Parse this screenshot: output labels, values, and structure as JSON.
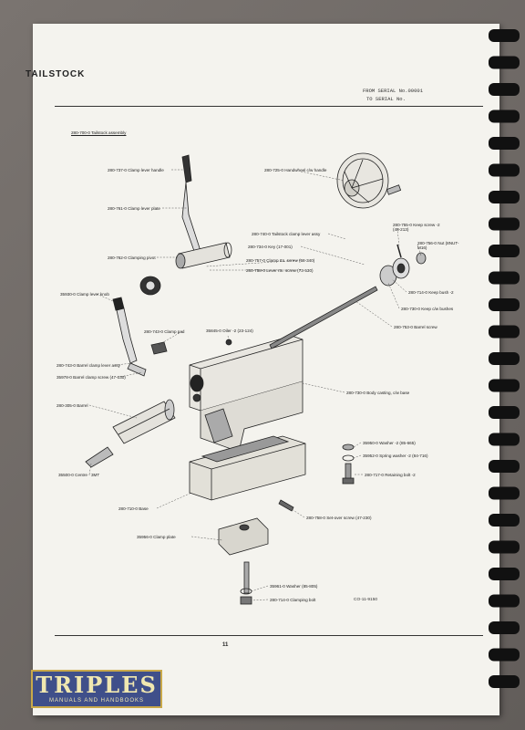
{
  "header": {
    "title": "TAILSTOCK",
    "serial_from": "FROM SERIAL No.00001",
    "serial_to": "TO SERIAL No."
  },
  "assembly_title": "280-700-0 Tailstock assembly",
  "parts": [
    "280-737-0 Clamp lever handle",
    "280-761-0 Clamp lever plate",
    "280-762-0 Clamping pivot",
    "35930-0 Clamp lever knob",
    "280-743-0 Clamp pad",
    "35845-0 Oiler -2 (23-124)",
    "280-743-0 Barrel clamp lever assy",
    "35978-0 Barrel clamp screw (47-030)",
    "280-305-0 Barrel",
    "35500-0 Centre - 3MT",
    "280-725-0 Handwheel c/w handle",
    "280-740-0 Tailstock clamp lever assy",
    "280-734-0 Key (17-001)",
    "280-757-0 Clamp rtn. screw (58-340)",
    "280-758-0 Lever rtn. screw (73-530)",
    "280-755-0 Keep screw -2 (48-213)",
    "280-756-0 Nut (8NUT-M16)",
    "280-714-0 Keep bush -2",
    "280-730-0 Keep c/w bushes",
    "280-753-0 Barrel screw",
    "280-730-0 Body casting, c/w base",
    "35950-0 Washer -2 (85-665)",
    "35952-0 Spring washer -2 (84-716)",
    "280-717-0 Retaining bolt -2",
    "280-710-0 Base",
    "280-758-0 Set-over screw (47-230)",
    "35956-0 Clamp plate",
    "35961-0 Washer (85-805)",
    "280-714-0 Clamping bolt"
  ],
  "page_number": "11",
  "doc_code": "CO-11-9150",
  "logo": {
    "main": "TRIPLES",
    "sub": "MANUALS AND HANDBOOKS"
  }
}
